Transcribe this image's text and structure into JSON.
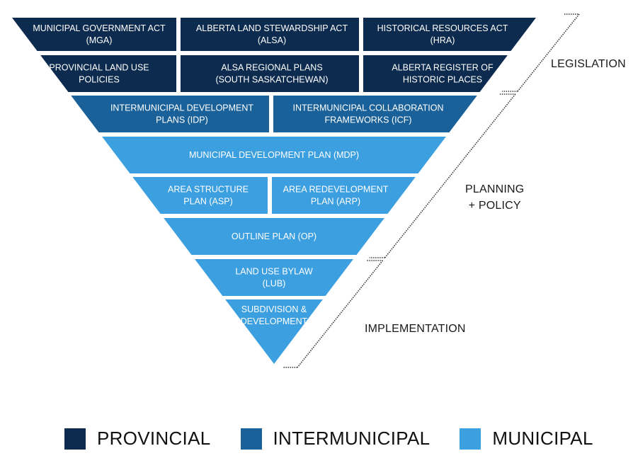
{
  "colors": {
    "provincial": "#0d2b4e",
    "intermunicipal": "#1a6199",
    "municipal": "#3c9fe0",
    "bracket": "#333333"
  },
  "rows": [
    {
      "category": "provincial",
      "cells": [
        {
          "lines": [
            "MUNICIPAL GOVERNMENT ACT",
            "(MGA)"
          ]
        },
        {
          "lines": [
            "ALBERTA LAND STEWARDSHIP ACT",
            "(ALSA)"
          ]
        },
        {
          "lines": [
            "HISTORICAL RESOURCES ACT",
            "(HRA)"
          ]
        }
      ]
    },
    {
      "category": "provincial",
      "cells": [
        {
          "lines": [
            "PROVINCIAL LAND USE",
            "POLICIES"
          ]
        },
        {
          "lines": [
            "ALSA REGIONAL PLANS",
            "(SOUTH SASKATCHEWAN)"
          ]
        },
        {
          "lines": [
            "ALBERTA REGISTER OF",
            "HISTORIC PLACES"
          ]
        }
      ]
    },
    {
      "category": "intermunicipal",
      "cells": [
        {
          "lines": [
            "INTERMUNICIPAL DEVELOPMENT",
            "PLANS (IDP)"
          ]
        },
        {
          "lines": [
            "INTERMUNICIPAL COLLABORATION",
            "FRAMEWORKS (ICF)"
          ]
        }
      ]
    },
    {
      "category": "municipal",
      "cells": [
        {
          "lines": [
            "MUNICIPAL DEVELOPMENT PLAN (MDP)"
          ]
        }
      ]
    },
    {
      "category": "municipal",
      "cells": [
        {
          "lines": [
            "AREA STRUCTURE",
            "PLAN (ASP)"
          ]
        },
        {
          "lines": [
            "AREA REDEVELOPMENT",
            "PLAN (ARP)"
          ]
        }
      ]
    },
    {
      "category": "municipal",
      "cells": [
        {
          "lines": [
            "OUTLINE PLAN (OP)"
          ]
        }
      ]
    },
    {
      "category": "municipal",
      "cells": [
        {
          "lines": [
            "LAND USE BYLAW",
            "(LUB)"
          ]
        }
      ]
    },
    {
      "category": "municipal",
      "cells": [
        {
          "lines": [
            "SUBDIVISION &",
            "DEVELOPMENT"
          ]
        }
      ]
    }
  ],
  "side_labels": {
    "legislation": "LEGISLATION",
    "planning_line1": "PLANNING",
    "planning_line2": "+ POLICY",
    "implementation": "IMPLEMENTATION"
  },
  "legend": [
    {
      "key": "provincial",
      "label": "PROVINCIAL"
    },
    {
      "key": "intermunicipal",
      "label": "INTERMUNICIPAL"
    },
    {
      "key": "municipal",
      "label": "MUNICIPAL"
    }
  ]
}
